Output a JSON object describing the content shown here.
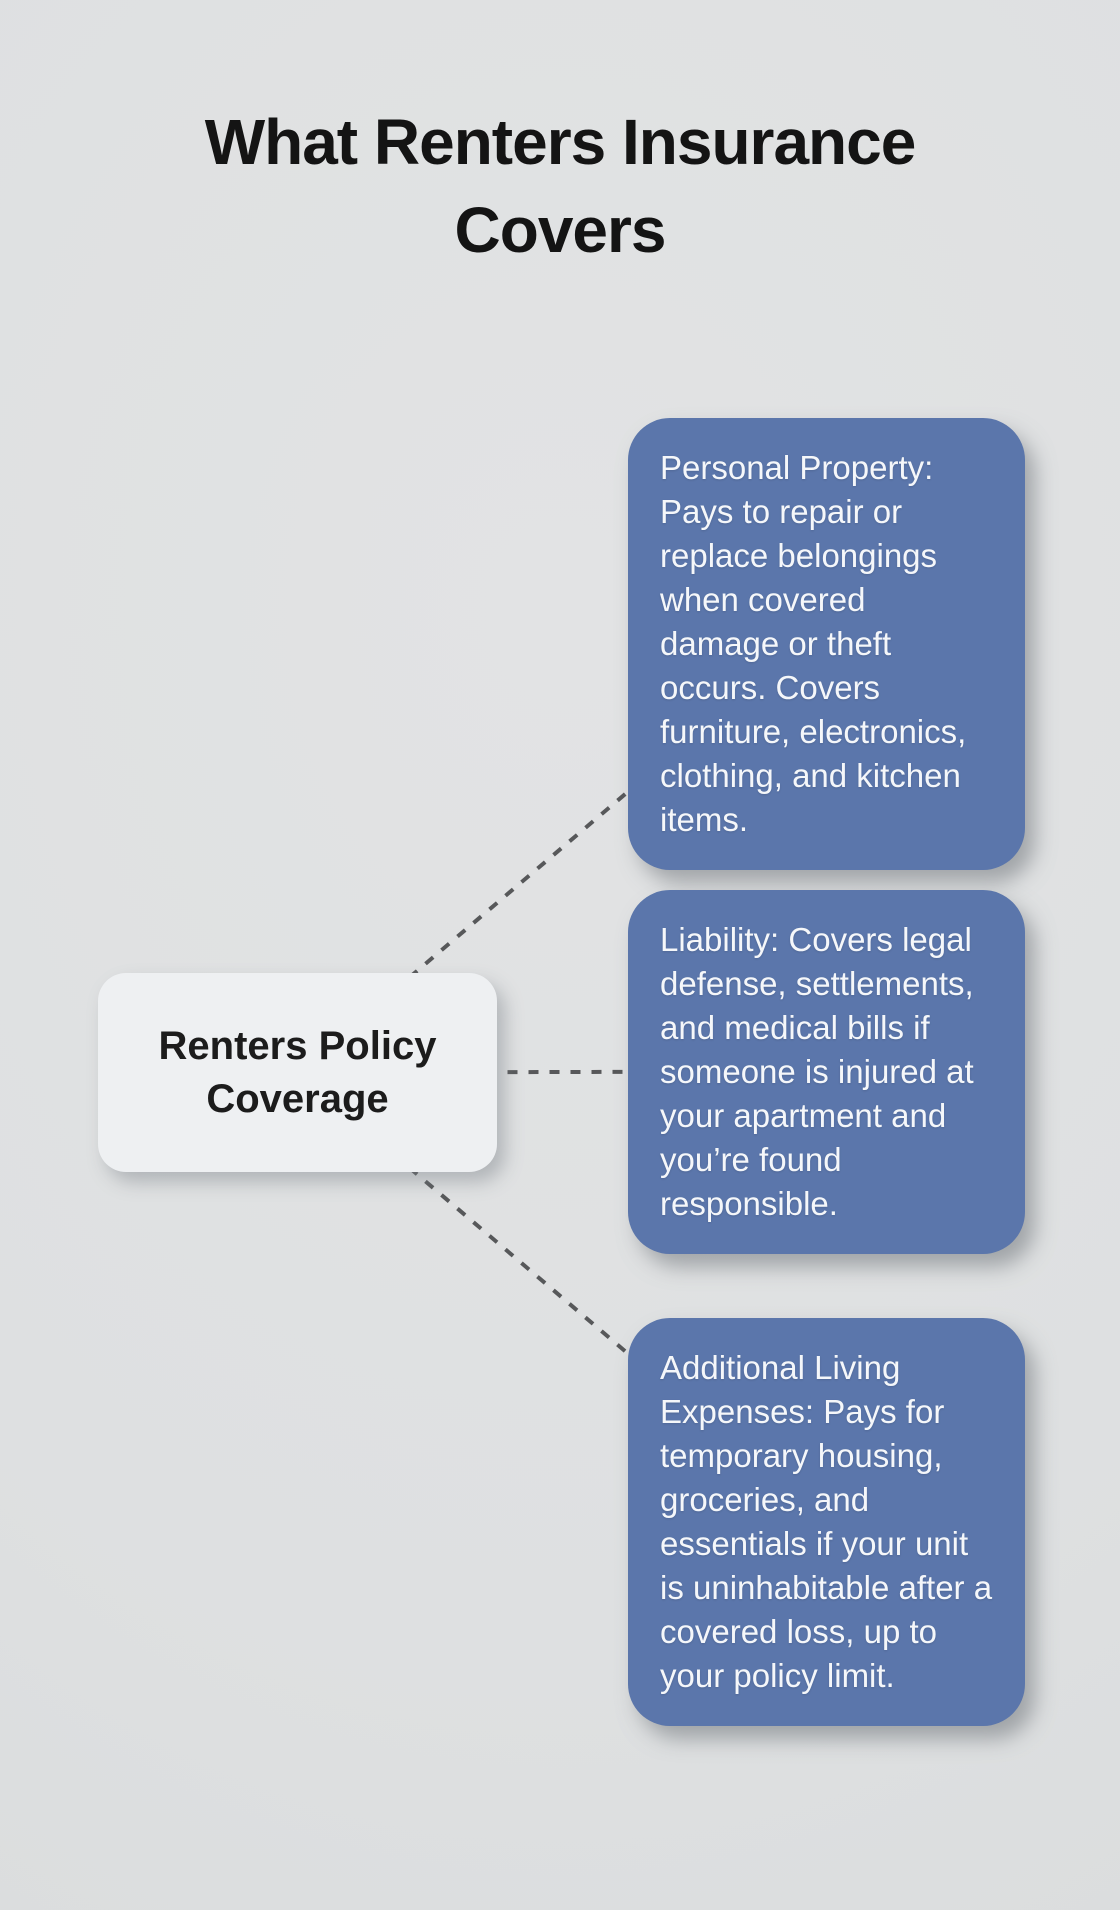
{
  "title": {
    "text": "What Renters Insurance Covers"
  },
  "center_node": {
    "label": "Renters Policy Coverage"
  },
  "branches": [
    {
      "id": "personal-property",
      "text": "Personal Property: Pays to repair or replace belongings when covered damage or theft occurs. Covers furniture, electronics, clothing, and kitchen items."
    },
    {
      "id": "liability",
      "text": "Liability: Covers legal defense, settlements, and medical bills if someone is injured at your apartment and you’re found responsible."
    },
    {
      "id": "additional-living-expenses",
      "text": "Additional Living Expenses: Pays for temporary housing, groceries, and essentials if your unit is uninhabitable after a covered loss, up to your policy limit."
    }
  ],
  "colors": {
    "accent": "#5b76ab",
    "bg-base": "#dee0e1",
    "node-bg": "#eef0f2",
    "dash": "#57585a",
    "title-color": "#141414",
    "card-text": "#f5f7fa"
  }
}
